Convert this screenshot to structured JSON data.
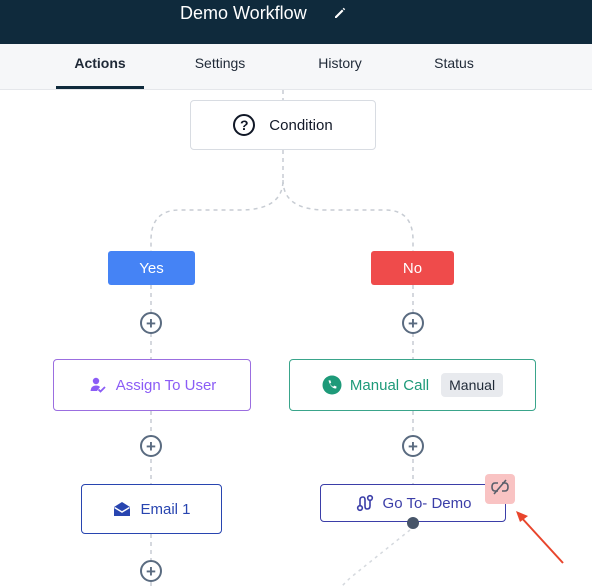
{
  "header": {
    "title": "Demo Workflow",
    "edit_icon": "pencil-icon"
  },
  "tabs": [
    {
      "label": "Actions",
      "active": true
    },
    {
      "label": "Settings",
      "active": false
    },
    {
      "label": "History",
      "active": false
    },
    {
      "label": "Status",
      "active": false
    }
  ],
  "workflow": {
    "condition": {
      "label": "Condition",
      "icon": "question-circle-icon"
    },
    "branches": {
      "yes": {
        "label": "Yes",
        "color": "#4583f5"
      },
      "no": {
        "label": "No",
        "color": "#ef4b4b"
      }
    },
    "yes_actions": [
      {
        "label": "Assign To User",
        "icon": "assign-user-icon",
        "color": "#8b5cf6"
      },
      {
        "label": "Email 1",
        "icon": "envelope-icon",
        "color": "#2845b0"
      }
    ],
    "no_actions": [
      {
        "label": "Manual Call",
        "badge": "Manual",
        "icon": "phone-icon",
        "color": "#1e9a79"
      },
      {
        "label": "Go To- Demo",
        "icon": "route-icon",
        "color": "#3b3ea8"
      }
    ],
    "unlink_button_icon": "unlink-icon",
    "add_step_icon": "plus-circle-icon"
  },
  "colors": {
    "header_bg": "#0f2a3c",
    "arrow": "#e8452c"
  }
}
